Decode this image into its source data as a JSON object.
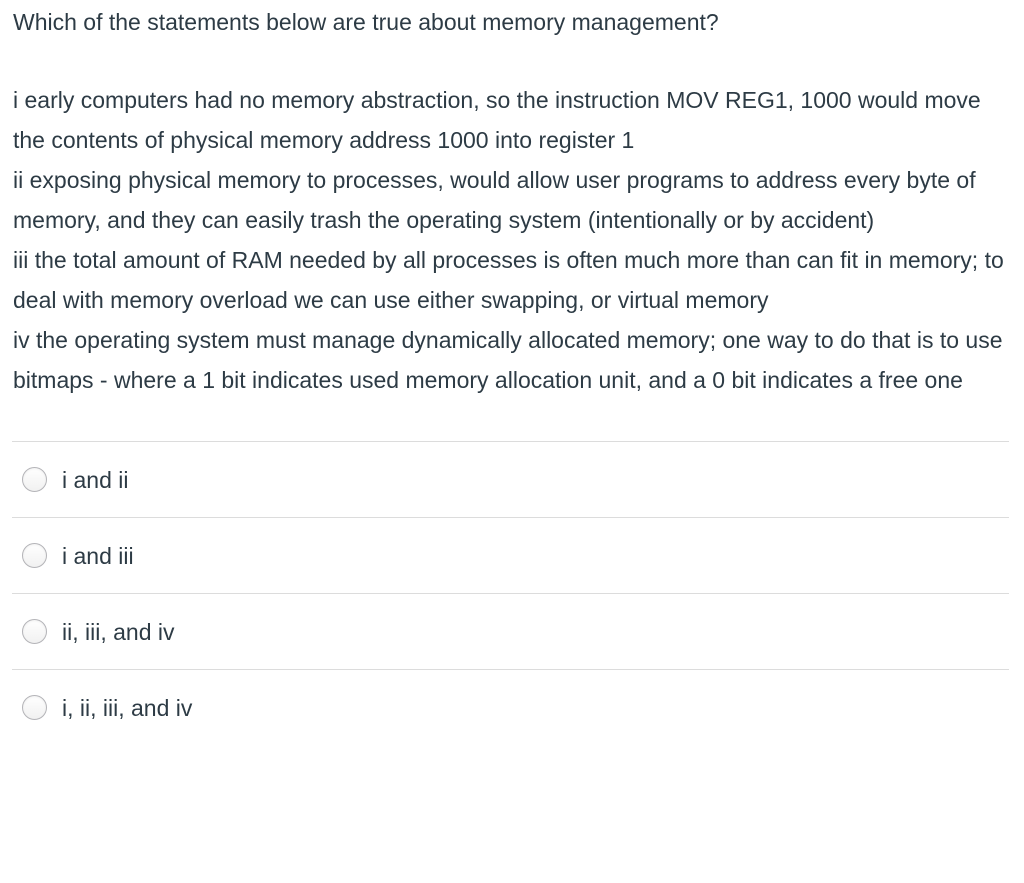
{
  "question": {
    "title": "Which of the statements below are true about memory management?",
    "statements": [
      "i early computers had no memory abstraction, so the instruction MOV REG1, 1000 would move the contents of physical memory address 1000 into register 1",
      "ii exposing physical memory to processes, would allow user programs to address every byte of memory, and they can easily trash the operating system (intentionally or by accident)",
      "iii the total amount of RAM needed by all processes is often much more than can fit in memory; to deal with memory overload we can use either swapping, or virtual memory",
      "iv the operating system must manage dynamically allocated memory; one way to do that is to use bitmaps - where a 1 bit indicates used memory allocation unit, and a 0 bit indicates a free one"
    ]
  },
  "options": [
    {
      "label": "i and ii",
      "selected": false
    },
    {
      "label": "i and iii",
      "selected": false
    },
    {
      "label": "ii, iii, and iv",
      "selected": false
    },
    {
      "label": "i, ii, iii, and iv",
      "selected": false
    }
  ],
  "colors": {
    "text": "#2d3b45",
    "divider": "#dcdcdc",
    "radio_border": "#b4b4b8",
    "background": "#ffffff"
  }
}
